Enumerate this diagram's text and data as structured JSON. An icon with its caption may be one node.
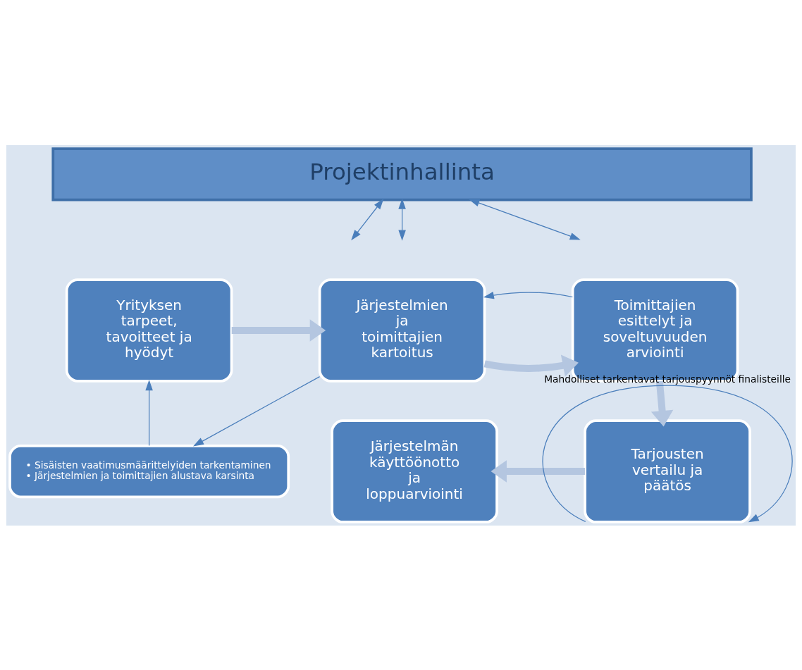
{
  "diagram": {
    "nodes": [
      {
        "text": [
          "Projektinhallinta"
        ]
      },
      {
        "text": [
          "• Sisäisten vaatimusmäärittelyiden tarkentaminen",
          "• Järjestelmien ja toimittajien alustava karsinta"
        ]
      },
      {
        "text": [
          "Yrityksen tarpeet, tavoitteet ja hyödyt"
        ]
      },
      {
        "text": [
          "Järjestelmien ja toimittajien kartoitus"
        ]
      },
      {
        "text": [
          "Toimittajien esittelyt ja soveltuvuuden arviointi"
        ]
      },
      {
        "text": [
          "Järjestelmän käyttöönotto ja loppuarviointi"
        ]
      },
      {
        "text": [
          "Tarjousten vertailu ja päätös"
        ]
      }
    ],
    "edges": [
      {
        "from": 0,
        "to": null,
        "arrow": "both"
      },
      {
        "from": 0,
        "to": null,
        "arrow": "both"
      },
      {
        "from": 0,
        "to": null,
        "arrow": "both"
      },
      {
        "from": 1,
        "to": 2,
        "arrow": "to"
      },
      {
        "from": 3,
        "to": 1,
        "arrow": "to"
      },
      {
        "from": 2,
        "to": 3,
        "arrow": "to",
        "style": "thick",
        "color": "#b4c6e0"
      },
      {
        "from": 3,
        "to": 4,
        "arrow": "to",
        "style": "thick",
        "color": "#b4c6e0"
      },
      {
        "from": 4,
        "to": 3,
        "arrow": "to"
      },
      {
        "from": 4,
        "to": 6,
        "arrow": "to",
        "style": "thick",
        "color": "#b4c6e0"
      },
      {
        "from": 6,
        "to": 5,
        "arrow": "to",
        "style": "thick",
        "color": "#b4c6e0"
      },
      {
        "from": 6,
        "to": 6,
        "arrow": "to",
        "label": "Mahdolliset tarkentavat tarjouspyynnöt finalisteille"
      }
    ]
  }
}
